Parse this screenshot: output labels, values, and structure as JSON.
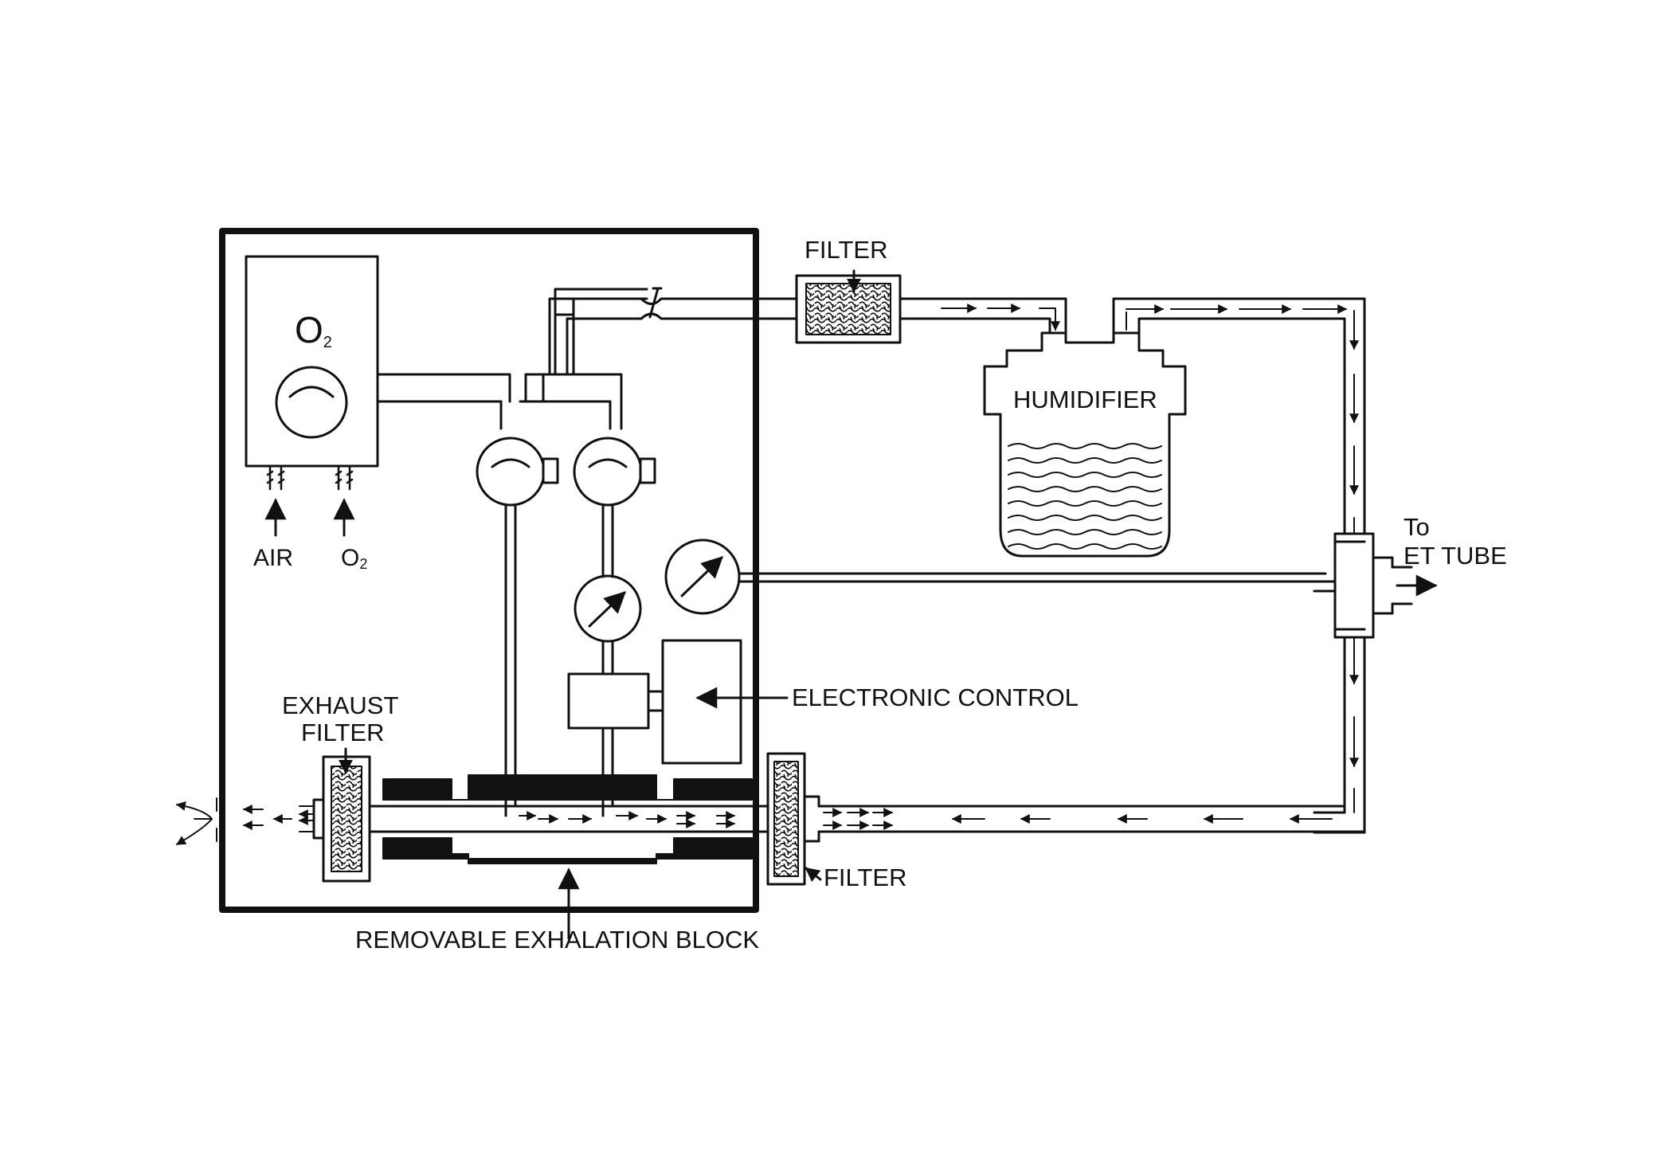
{
  "labels": {
    "filter_top": "FILTER",
    "humidifier": "HUMIDIFIER",
    "o2_blender_symbol": "O",
    "o2_blender_subscript": "2",
    "air_inlet": "AIR",
    "o2_inlet_symbol": "O",
    "o2_inlet_subscript": "2",
    "to_line1": "To",
    "to_line2": "ET TUBE",
    "electronic_control": "ELECTRONIC CONTROL",
    "exhaust_filter_line1": "EXHAUST",
    "exhaust_filter_line2": "FILTER",
    "filter_bottom": "FILTER",
    "exhalation_block": "REMOVABLE EXHALATION BLOCK"
  },
  "colors": {
    "ink": "#111111",
    "paper": "#ffffff"
  }
}
